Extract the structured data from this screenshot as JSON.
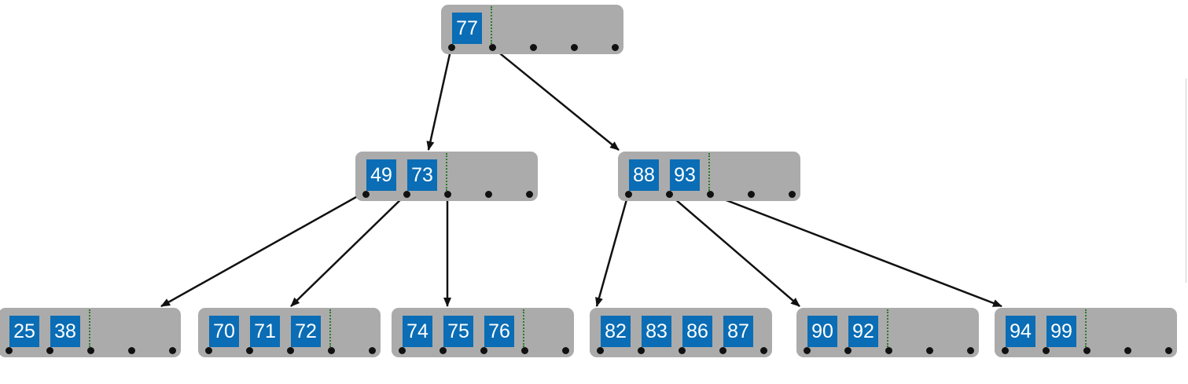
{
  "tree": {
    "root": {
      "keys": [
        "77"
      ],
      "children": [
        "inner-left",
        "inner-right"
      ]
    },
    "inner-left": {
      "keys": [
        "49",
        "73"
      ],
      "children": [
        "leaf-1",
        "leaf-2",
        "leaf-3"
      ]
    },
    "inner-right": {
      "keys": [
        "88",
        "93"
      ],
      "children": [
        "leaf-4",
        "leaf-5",
        "leaf-6"
      ]
    },
    "leaf-1": {
      "keys": [
        "25",
        "38"
      ]
    },
    "leaf-2": {
      "keys": [
        "70",
        "71",
        "72"
      ]
    },
    "leaf-3": {
      "keys": [
        "74",
        "75",
        "76"
      ]
    },
    "leaf-4": {
      "keys": [
        "82",
        "83",
        "86",
        "87"
      ]
    },
    "leaf-5": {
      "keys": [
        "90",
        "92"
      ]
    },
    "leaf-6": {
      "keys": [
        "94",
        "99"
      ]
    }
  },
  "colors": {
    "node_fill": "#ababab",
    "key_fill": "#0a6db5",
    "key_text": "#ffffff",
    "separator": "#2c7a2c",
    "pointer": "#111111"
  }
}
